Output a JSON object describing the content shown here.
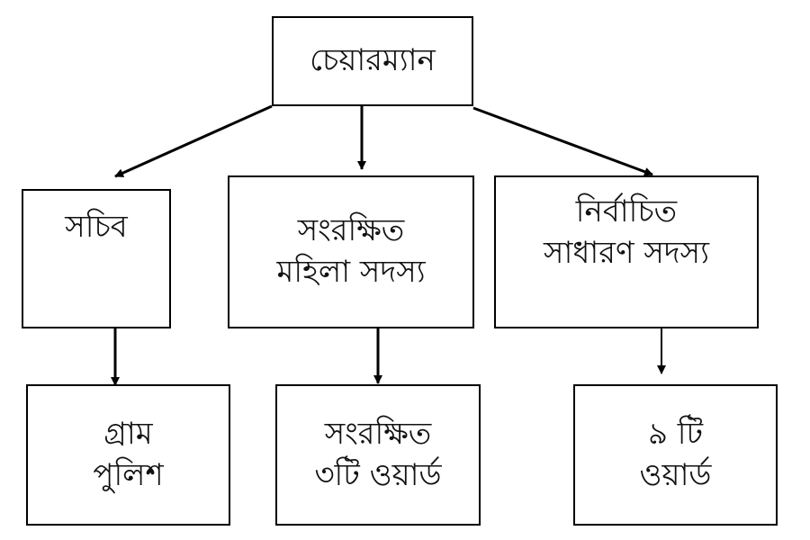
{
  "nodes": {
    "chairman": {
      "lines": [
        "চেয়ারম্যান"
      ]
    },
    "secretary": {
      "lines": [
        "সচিব"
      ]
    },
    "reserved_women_members": {
      "lines": [
        "সংরক্ষিত",
        "মহিলা সদস্য"
      ]
    },
    "elected_general_members": {
      "lines": [
        "নির্বাচিত",
        "সাধারণ সদস্য"
      ]
    },
    "village_police": {
      "lines": [
        "গ্রাম",
        "পুলিশ"
      ]
    },
    "reserved_wards": {
      "lines": [
        "সংরক্ষিত",
        "৩টি ওয়ার্ড"
      ]
    },
    "nine_wards": {
      "lines": [
        "৯ টি",
        "ওয়ার্ড"
      ]
    }
  }
}
